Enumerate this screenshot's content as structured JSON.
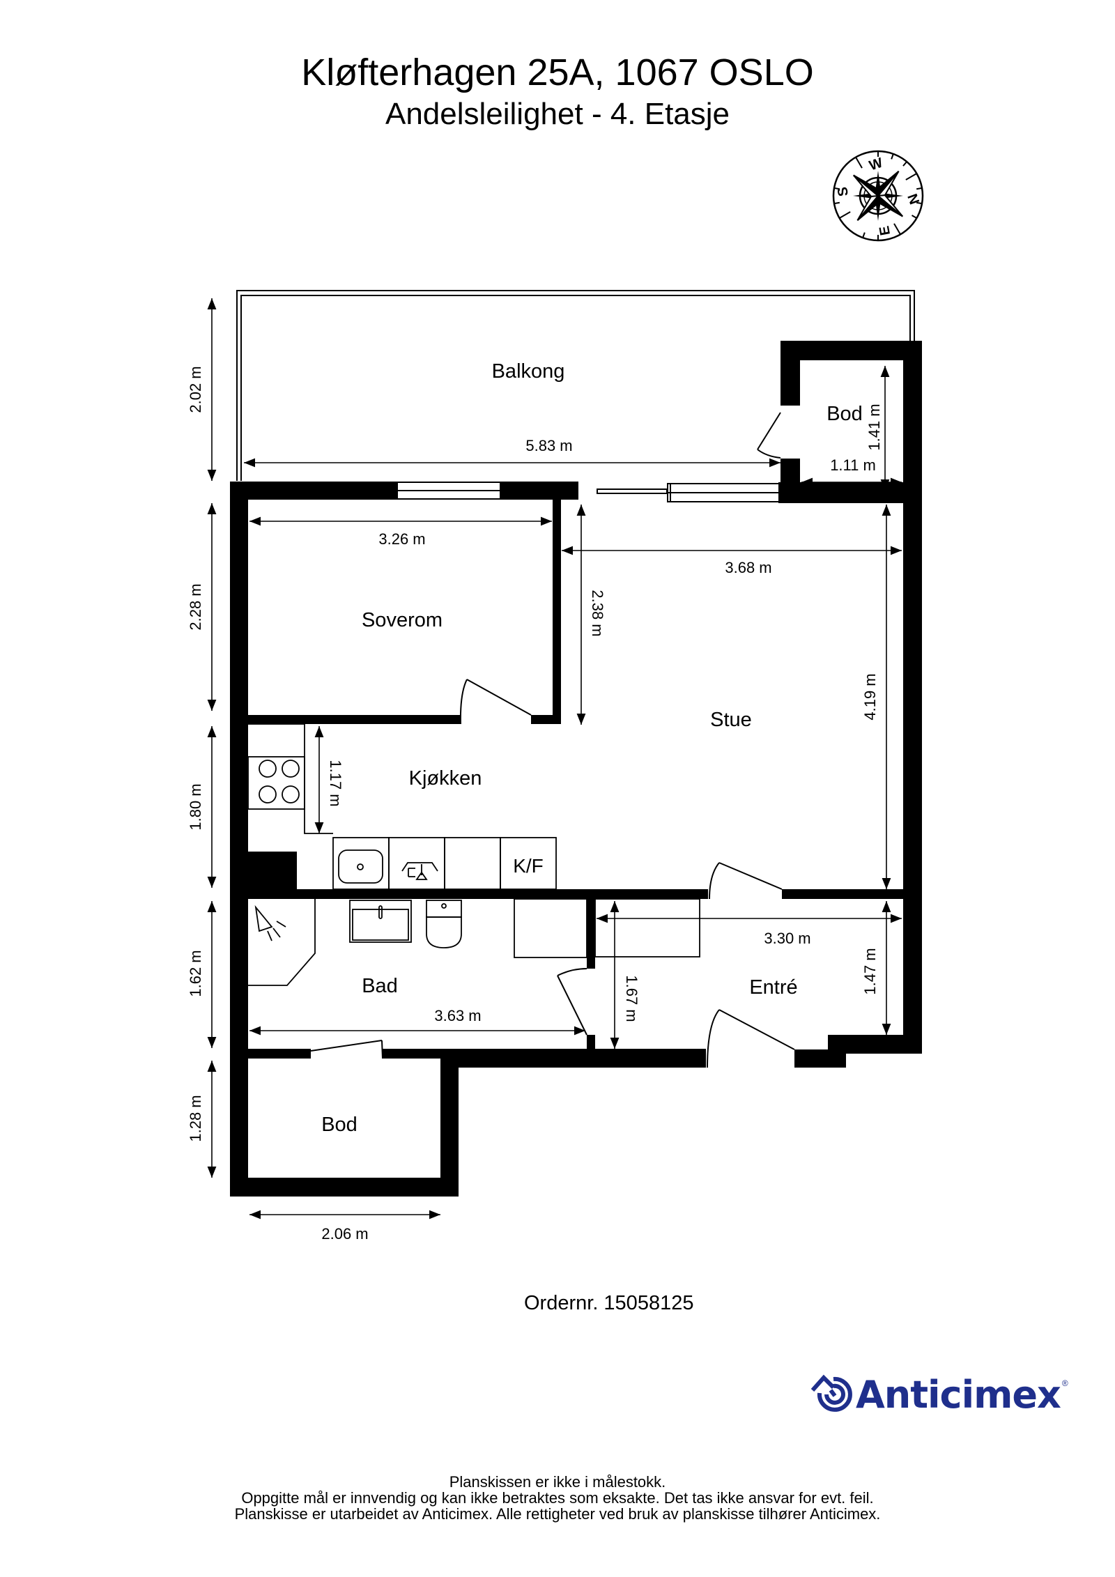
{
  "header": {
    "address": "Kløfterhagen 25A, 1067 OSLO",
    "subtitle": "Andelsleilighet  - 4. Etasje"
  },
  "compass": {
    "icon": "compass-rose-icon",
    "labels": {
      "north": "N",
      "south": "S",
      "east": "E",
      "west": "W"
    }
  },
  "rooms": {
    "balkong": "Balkong",
    "bod_top": "Bod",
    "soverom": "Soverom",
    "stue": "Stue",
    "kjokken": "Kjøkken",
    "kf": "K/F",
    "bad": "Bad",
    "entre": "Entré",
    "bod_bottom": "Bod"
  },
  "dimensions": {
    "balkong_height": "2.02 m",
    "balkong_width": "5.83 m",
    "bod_top_height": "1.41 m",
    "bod_top_width": "1.11 m",
    "soverom_width": "3.26 m",
    "soverom_height": "2.28 m",
    "stue_width": "3.68 m",
    "stue_left_height": "2.38 m",
    "stue_height": "4.19 m",
    "kjokken_height": "1.80 m",
    "kjokken_depth": "1.17 m",
    "bad_height": "1.62 m",
    "bad_width": "3.63 m",
    "entre_width": "3.30 m",
    "entre_left_height": "1.67 m",
    "entre_height": "1.47 m",
    "bod_bottom_height": "1.28 m",
    "bod_bottom_width": "2.06 m"
  },
  "order": {
    "label": "Ordernr. 15058125"
  },
  "brand": {
    "name": "Anticimex",
    "registered": "®",
    "color": "#1f2f8c"
  },
  "footer": {
    "line1": "Planskissen er ikke i målestokk.",
    "line2": "Oppgitte mål er innvendig og kan ikke betraktes som eksakte. Det tas ikke ansvar for evt. feil.",
    "line3": "Planskisse er utarbeidet av Anticimex. Alle rettigheter ved bruk av planskisse tilhører Anticimex."
  }
}
